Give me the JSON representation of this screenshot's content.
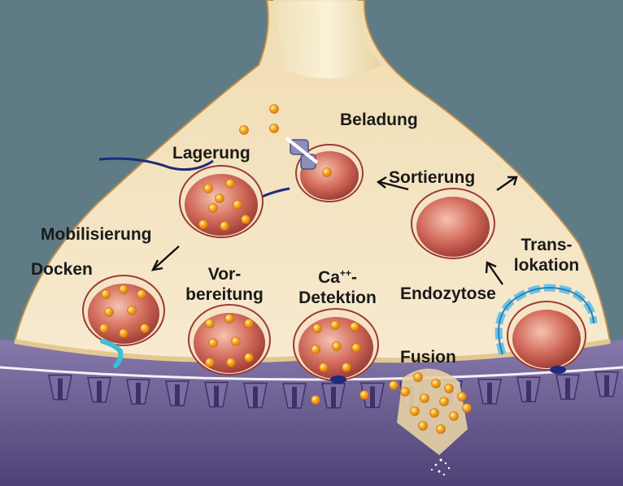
{
  "labels": {
    "beladung": "Beladung",
    "lagerung": "Lagerung",
    "sortierung": "Sortierung",
    "mobilisierung": "Mobilisierung",
    "docken": "Docken",
    "trans_line1": "Trans-",
    "trans_line2": "lokation",
    "vor_line1": "Vor-",
    "vor_line2": "bereitung",
    "ca_base": "Ca",
    "ca_sup": "++",
    "ca_dash": "-",
    "detektion": "Detektion",
    "endozytose": "Endozytose",
    "fusion": "Fusion"
  },
  "colors": {
    "background": "#5f7b86",
    "terminal": "#f3e2bc",
    "vesicle": "#c45a4c",
    "transmitter": "#f6a51c",
    "membrane": "#6e5f94",
    "clathrin": "#6bc3e8",
    "tether": "#1e2a7c"
  }
}
